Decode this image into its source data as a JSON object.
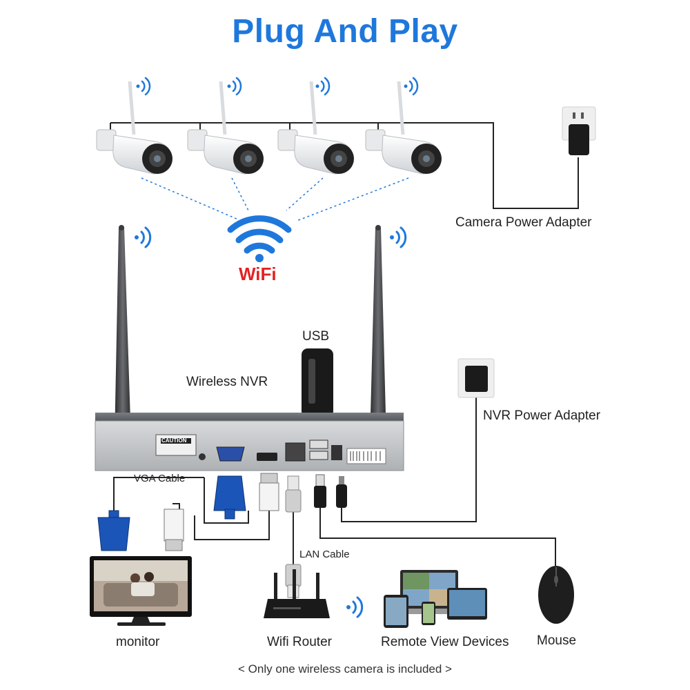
{
  "title": "Plug And Play",
  "wifi": {
    "label": "WiFi",
    "color": "#e32222",
    "wave_color": "#1e78dc"
  },
  "labels": {
    "camera_power_adapter": "Camera Power Adapter",
    "usb": "USB",
    "wireless_nvr": "Wireless NVR",
    "nvr_power_adapter": "NVR Power Adapter",
    "vga_cable": "VGA Cable",
    "lan_cable": "LAN Cable",
    "monitor": "monitor",
    "wifi_router": "Wifi Router",
    "remote_view_devices": "Remote View Devices",
    "mouse": "Mouse"
  },
  "nvr_panel": {
    "caution": "CAUTION"
  },
  "footnote": "< Only one wireless camera is included >",
  "colors": {
    "title": "#1e78dc",
    "nvr_body": "#5c5f63",
    "cable": "#222222",
    "vga_blue": "#1c55b8"
  }
}
